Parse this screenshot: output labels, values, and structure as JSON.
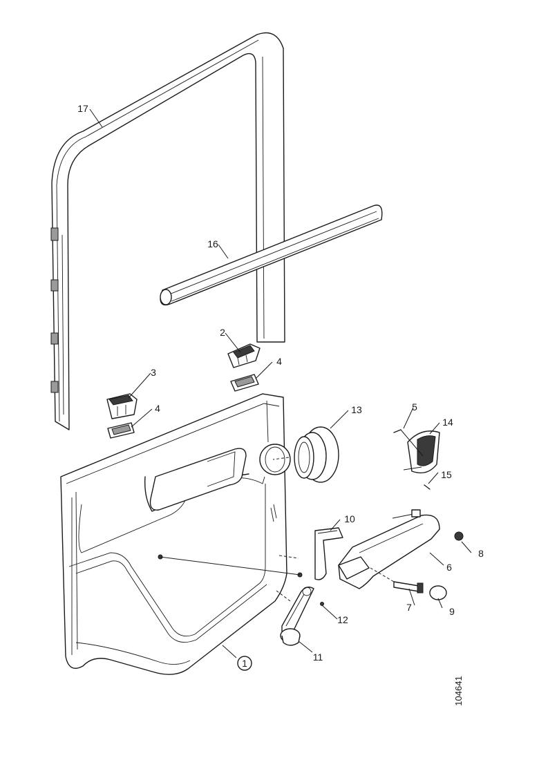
{
  "diagram": {
    "reference_number": "104641",
    "callouts": {
      "c1": "1",
      "c2": "2",
      "c3": "3",
      "c4a": "4",
      "c4b": "4",
      "c5": "5",
      "c6": "6",
      "c7": "7",
      "c8": "8",
      "c9": "9",
      "c10": "10",
      "c11": "11",
      "c12": "12",
      "c13": "13",
      "c14": "14",
      "c15": "15",
      "c16": "16",
      "c17": "17"
    },
    "colors": {
      "line": "#1a1a1a",
      "background": "#ffffff",
      "shade": "#9a9a9a"
    }
  }
}
